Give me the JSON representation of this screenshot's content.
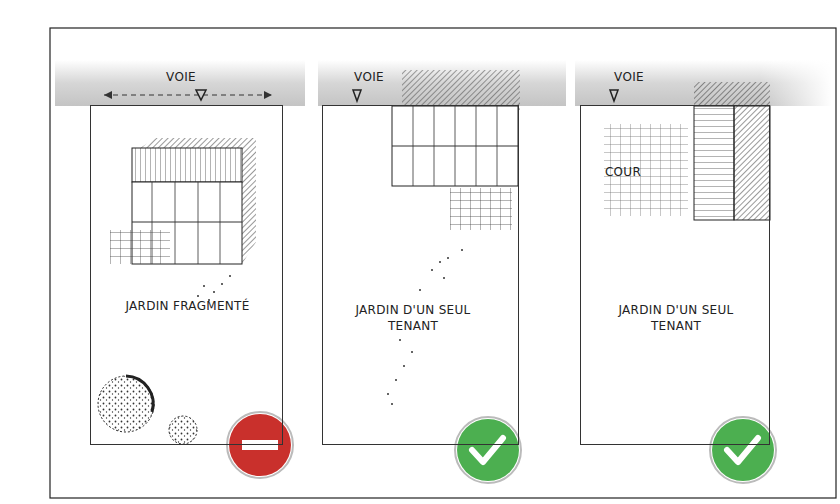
{
  "diagram": {
    "nodes": [
      {
        "text": [
          "VOIE",
          "JARDIN FRAGMENTÉ"
        ]
      },
      {
        "text": [
          "VOIE",
          "JARDIN D'UN SEUL TENANT"
        ]
      },
      {
        "text": [
          "VOIE",
          "COUR",
          "JARDIN D'UN SEUL TENANT"
        ]
      }
    ]
  }
}
